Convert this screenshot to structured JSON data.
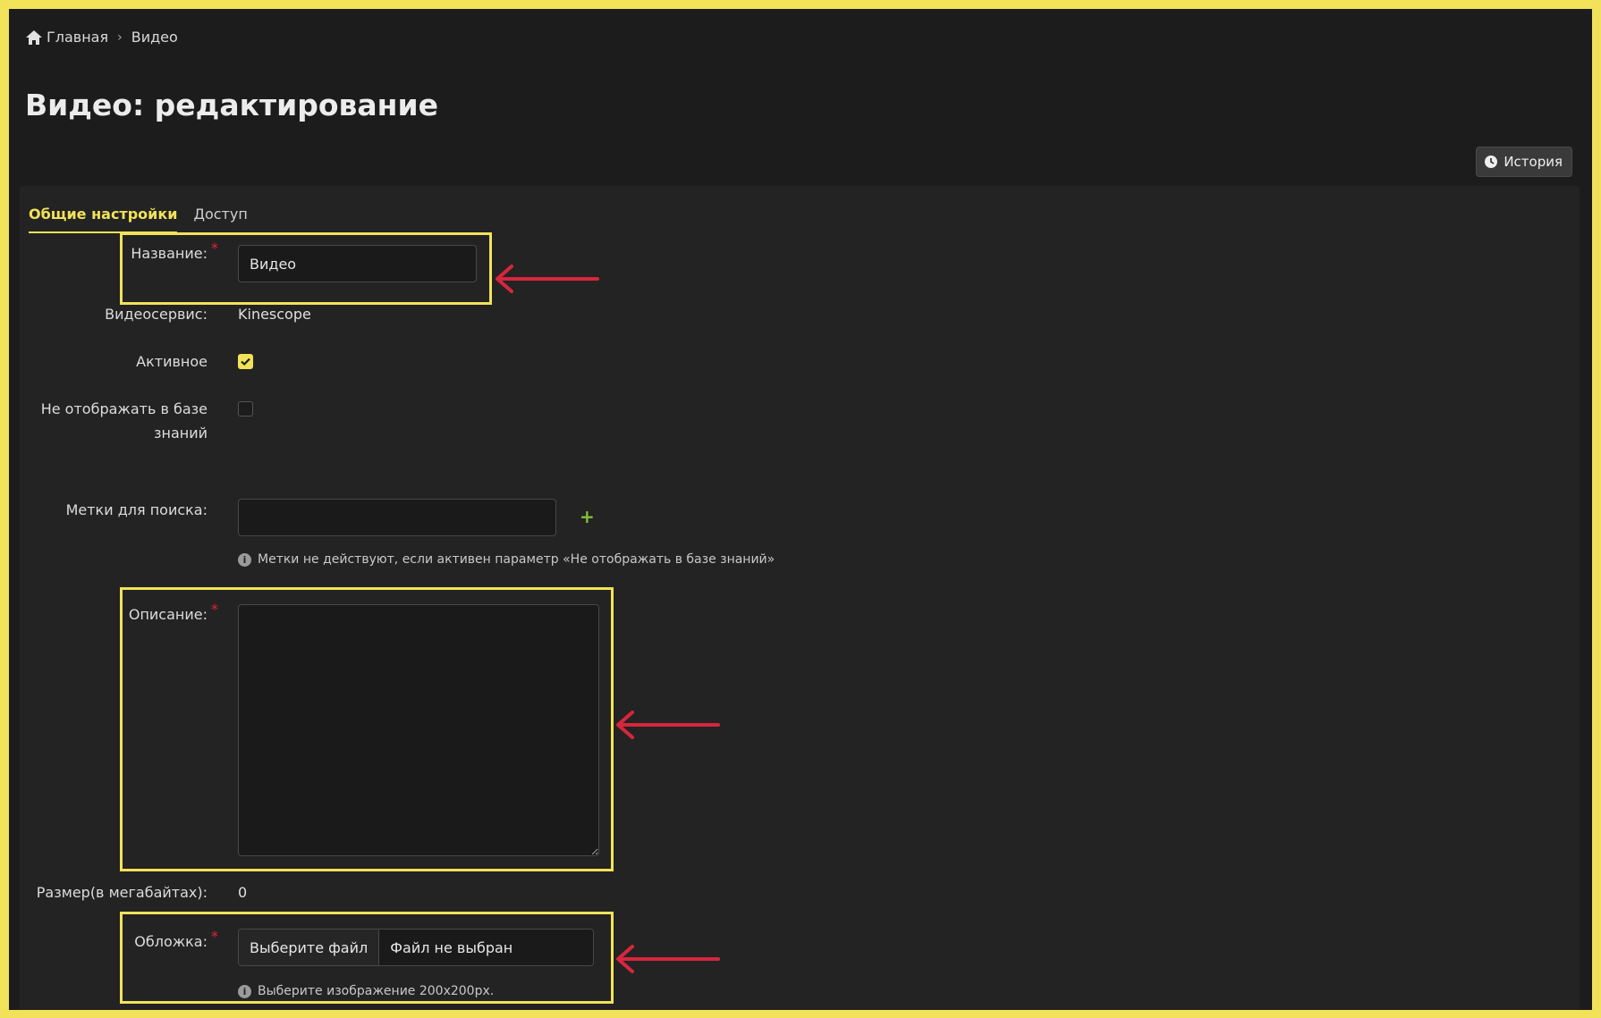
{
  "breadcrumb": {
    "home": "Главная",
    "current": "Видео"
  },
  "page_title": "Видео: редактирование",
  "history_button": "История",
  "tabs": [
    {
      "label": "Общие настройки",
      "active": true
    },
    {
      "label": "Доступ",
      "active": false
    }
  ],
  "form": {
    "name": {
      "label": "Название:",
      "value": "Видео"
    },
    "video_service": {
      "label": "Видеосервис:",
      "value": "Kinescope"
    },
    "active": {
      "label": "Активное",
      "checked": true
    },
    "hide_kb": {
      "label_line1": "Не отображать в базе",
      "label_line2": "знаний",
      "checked": false
    },
    "tags": {
      "label": "Метки для поиска:",
      "value": "",
      "hint": "Метки не действуют, если активен параметр «Не отображать в базе знаний»"
    },
    "description": {
      "label": "Описание:",
      "value": ""
    },
    "size": {
      "label": "Размер(в мегабайтах):",
      "value": "0"
    },
    "cover": {
      "label": "Обложка:",
      "choose_label": "Выберите файл",
      "no_file": "Файл не выбран",
      "hint": "Выберите изображение 200x200px."
    }
  },
  "required_mark": "*",
  "colors": {
    "accent": "#f2e25a",
    "annotation_arrow": "#d7263d",
    "required": "#e0233a",
    "add": "#7ec23a"
  }
}
